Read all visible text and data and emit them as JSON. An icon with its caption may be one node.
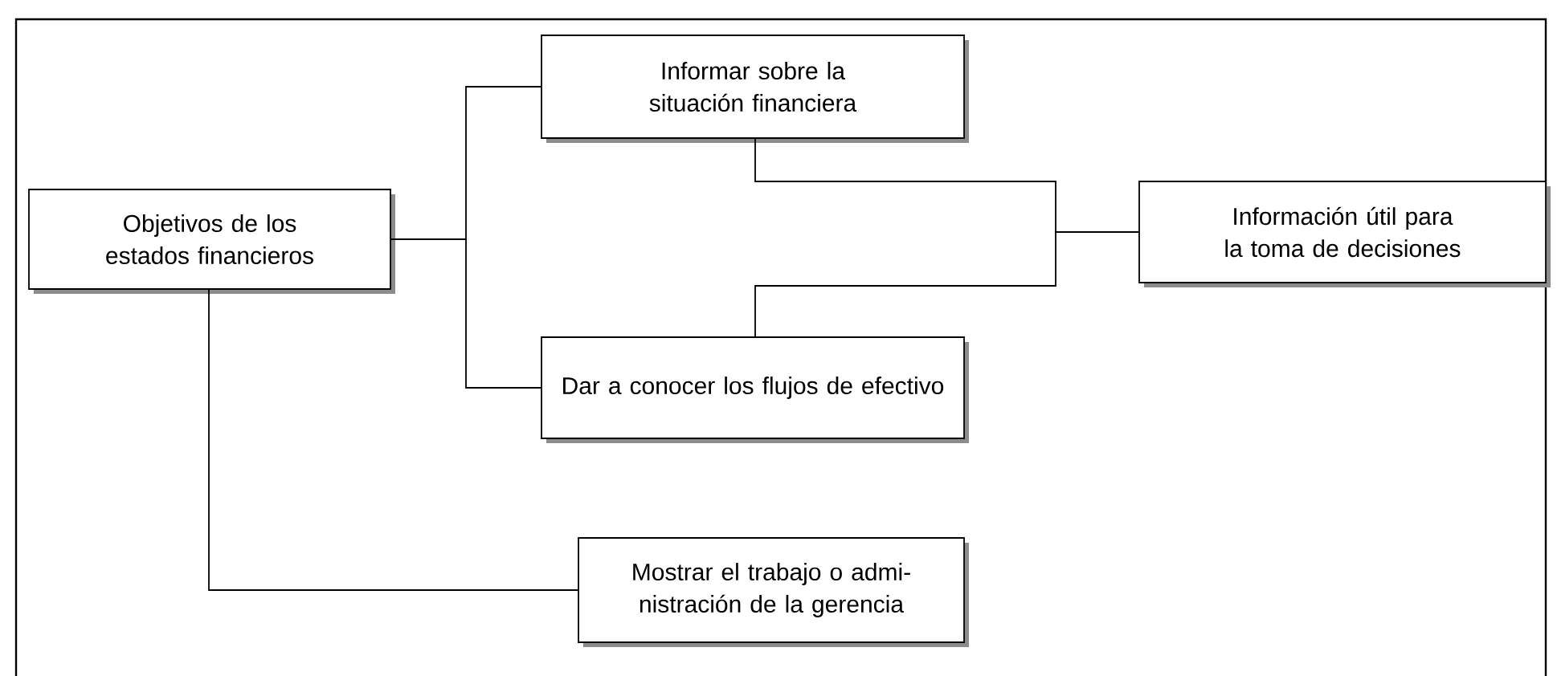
{
  "diagram": {
    "nodes": [
      {
        "text": [
          "Objetivos de los estados financieros"
        ]
      },
      {
        "text": [
          "Informar sobre la situación financiera"
        ]
      },
      {
        "text": [
          "Dar a conocer los flujos de efectivo"
        ]
      },
      {
        "text": [
          "Información útil para la toma de decisiones"
        ]
      },
      {
        "text": [
          "Mostrar el trabajo o admi- nistración de la gerencia"
        ]
      }
    ],
    "edges": [
      {
        "from": 0,
        "to": 1,
        "arrow": "none"
      },
      {
        "from": 0,
        "to": 2,
        "arrow": "none"
      },
      {
        "from": 0,
        "to": 4,
        "arrow": "none"
      },
      {
        "from": 1,
        "to": 3,
        "arrow": "none"
      },
      {
        "from": 2,
        "to": 3,
        "arrow": "none"
      }
    ]
  }
}
